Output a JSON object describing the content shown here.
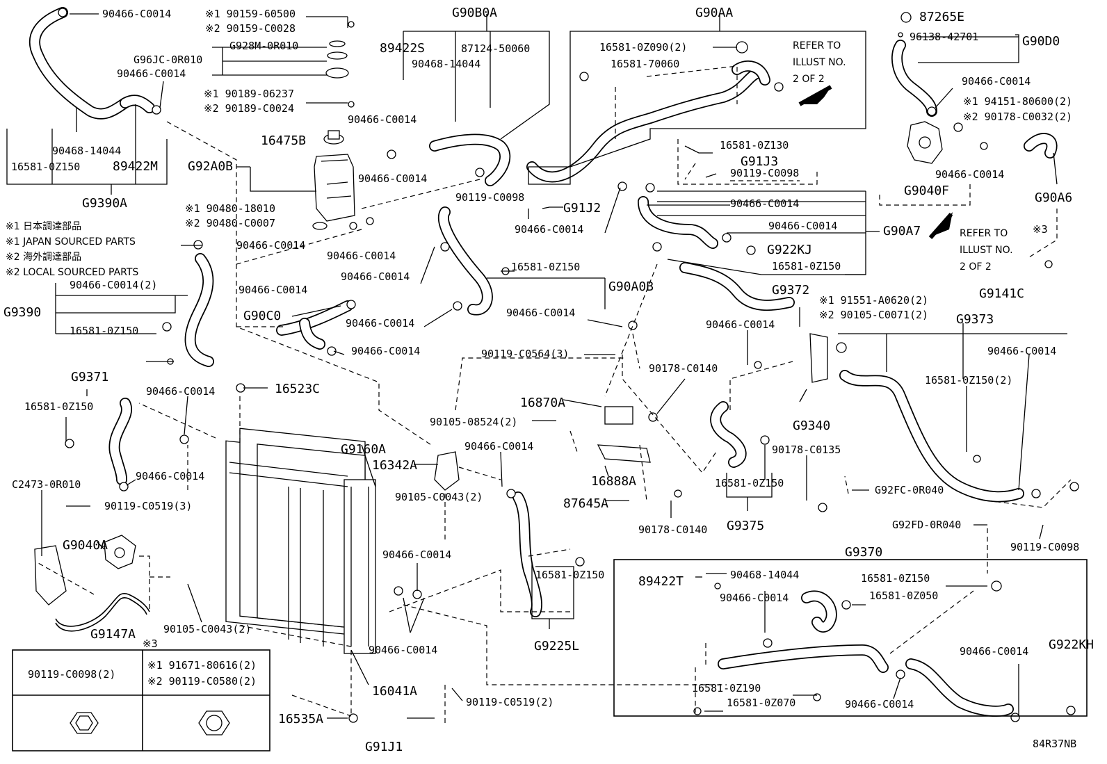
{
  "diagram_id": "84R37NB",
  "notes": {
    "n1": "※1 日本調達部品",
    "n2": "※1 JAPAN SOURCED PARTS",
    "n3": "※2 海外調達部品",
    "n4": "※2 LOCAL SOURCED PARTS"
  },
  "refer": {
    "a1": "REFER TO",
    "a2": "ILLUST NO.",
    "a3": "2 OF 2",
    "b1": "REFER TO",
    "b2": "ILLUST NO.",
    "b3": "2 OF 2"
  },
  "table": {
    "star": "※3",
    "left": "90119-C0098(2)",
    "right1": "※1 91671-80616(2)",
    "right2": "※2 90119-C0580(2)"
  },
  "groups": {
    "G9390A": "G9390A",
    "G90B0A": "G90B0A",
    "G90AA": "G90AA",
    "G90D0": "G90D0",
    "G9040F": "G9040F",
    "G90A6": "G90A6",
    "G92A0B": "G92A0B",
    "G91J3": "G91J3",
    "G91J2": "G91J2",
    "G90A7": "G90A7",
    "G922KJ": "G922KJ",
    "G90A0B": "G90A0B",
    "G9372": "G9372",
    "G9390": "G9390",
    "G90C0": "G90C0",
    "G9141C": "G9141C",
    "G9373": "G9373",
    "G9371": "G9371",
    "G9340": "G9340",
    "G9160A": "G9160A",
    "G9375": "G9375",
    "G9040A": "G9040A",
    "G9147A": "G9147A",
    "G9225L": "G9225L",
    "G9370": "G9370",
    "G922KH": "G922KH",
    "G91J1": "G91J1"
  },
  "parts": {
    "p16475B": "16475B",
    "p89422S": "89422S",
    "p89422M": "89422M",
    "p87265E": "87265E",
    "p16523C": "16523C",
    "p16870A": "16870A",
    "p16342A": "16342A",
    "p16888A": "16888A",
    "p87645A": "87645A",
    "p16041A": "16041A",
    "p16535A": "16535A",
    "p89422T": "89422T"
  },
  "labels": {
    "l01": "90466-C0014",
    "l02": "※1 90159-60500",
    "l03": "※2 90159-C0028",
    "l04": "G928M-0R010",
    "l05": "G96JC-0R010",
    "l06": "90466-C0014",
    "l07": "※1 90189-06237",
    "l08": "※2 90189-C0024",
    "l09": "90468-14044",
    "l10": "16581-0Z150",
    "l11": "87124-50060",
    "l12": "90468-14044",
    "l13": "90466-C0014",
    "l14": "90466-C0014",
    "l15": "16581-0Z090(2)",
    "l16": "16581-70060",
    "l17": "96138-42701",
    "l18": "90466-C0014",
    "l19": "※1 94151-80600(2)",
    "l20": "※2 90178-C0032(2)",
    "l21": "16581-0Z130",
    "l22": "90119-C0098",
    "l23": "90466-C0014",
    "l24": "※1 90480-18010",
    "l25": "※2 90480-C0007",
    "l26": "90466-C0014",
    "l27": "90466-C0014",
    "l28": "90119-C0098",
    "l29": "90466-C0014",
    "l30": "90466-C0014",
    "l31": "90466-C0014",
    "l32": "16581-0Z150",
    "l33": "※3",
    "l34": "90466-C0014(2)",
    "l35": "90466-C0014",
    "l36": "16581-0Z150",
    "l37": "90466-C0014",
    "l38": "16581-0Z150",
    "l39": "90466-C0014",
    "l40": "90466-C0014",
    "l41": "※1 91551-A0620(2)",
    "l42": "※2 90105-C0071(2)",
    "l43": "90466-C0014",
    "l44": "90466-C0014",
    "l45": "90119-C0564(3)",
    "l46": "90178-C0140",
    "l47": "90466-C0014",
    "l48": "16581-0Z150(2)",
    "l49": "16581-0Z150",
    "l50": "90466-C0014",
    "l51": "90105-08524(2)",
    "l52": "90466-C0014",
    "l53": "90178-C0135",
    "l54": "C2473-0R010",
    "l55": "90119-C0519(3)",
    "l56": "16581-0Z150",
    "l57": "90105-C0043(2)",
    "l58": "G92FC-0R040",
    "l59": "90178-C0140",
    "l60": "G92FD-0R040",
    "l61": "90119-C0098",
    "l62": "90466-C0014",
    "l63": "16581-0Z150",
    "l64": "90105-C0043(2)",
    "l65": "90468-14044",
    "l66": "16581-0Z150",
    "l67": "90466-C0014",
    "l68": "16581-0Z050",
    "l69": "90466-C0014",
    "l70": "90466-C0014",
    "l71": "90119-C0519(2)",
    "l72": "16581-0Z190",
    "l73": "16581-0Z070",
    "l74": "90466-C0014"
  }
}
